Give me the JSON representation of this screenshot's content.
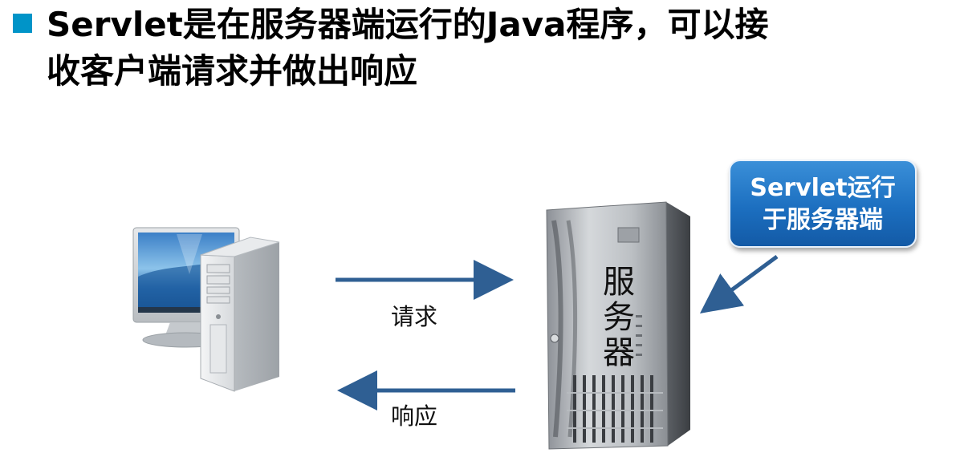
{
  "slide": {
    "title_line1": "Servlet是在服务器端运行的Java程序，可以接",
    "title_line2": "收客户端请求并做出响应"
  },
  "callout": {
    "line1": "Servlet运行",
    "line2": "于服务器端"
  },
  "flows": {
    "request_label": "请求",
    "response_label": "响应"
  },
  "server": {
    "char1": "服",
    "char2": "务",
    "char3": "器"
  },
  "colors": {
    "bullet": "#0094c8",
    "arrow": "#2f5f93",
    "callout": "#1c6fc0"
  }
}
